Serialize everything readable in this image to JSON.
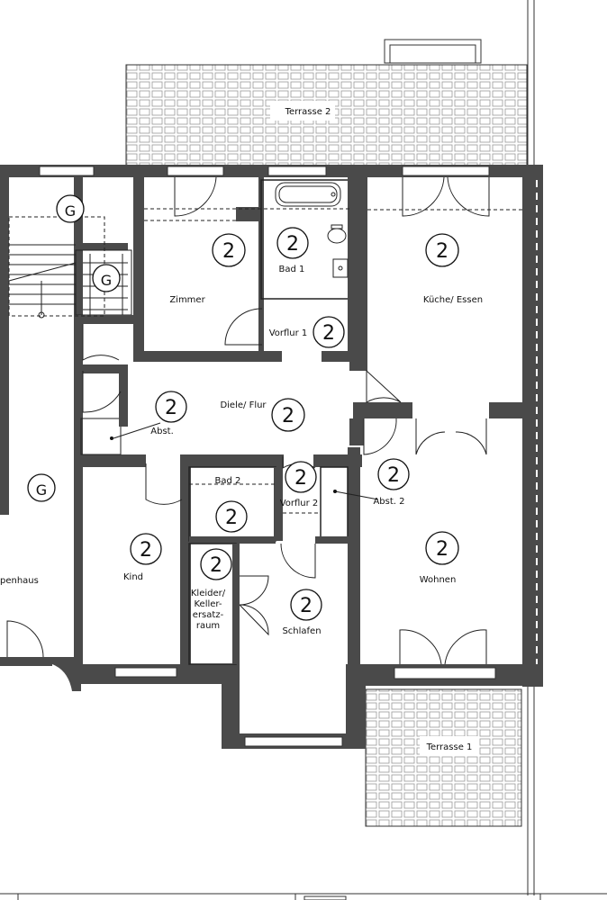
{
  "rooms": {
    "terrasse2": "Terrasse 2",
    "terrasse1": "Terrasse 1",
    "zimmer": "Zimmer",
    "bad1": "Bad 1",
    "vorflur1": "Vorflur 1",
    "kueche": "Küche/ Essen",
    "diele": "Diele/ Flur",
    "abst": "Abst.",
    "abst2": "Abst. 2",
    "bad2": "Bad 2",
    "vorflur2": "Vorflur 2",
    "kind": "Kind",
    "kleider1": "Kleider/",
    "kleider2": "Keller-",
    "kleider3": "ersatz-",
    "kleider4": "raum",
    "schlafen": "Schlafen",
    "wohnen": "Wohnen",
    "treppenhaus": "penhaus"
  },
  "badges": {
    "g": "G",
    "two": "2"
  }
}
